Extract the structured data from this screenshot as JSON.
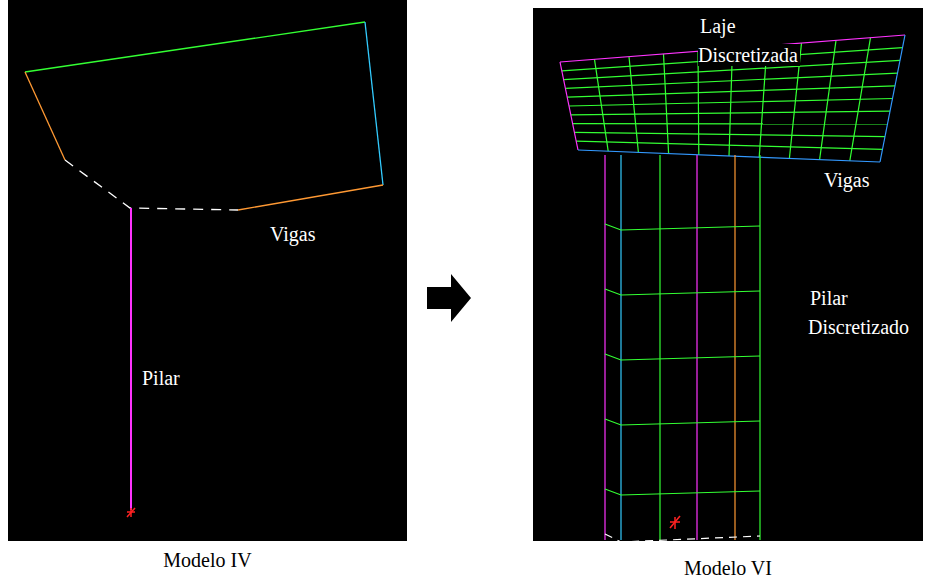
{
  "diagram": {
    "nodes": [
      {
        "text": [
          "Modelo IV"
        ]
      },
      {
        "text": [
          "Modelo VI"
        ]
      }
    ],
    "edges": [
      {
        "from": 0,
        "to": 1,
        "arrow": "to"
      }
    ],
    "labels": [
      "Vigas",
      "Pilar",
      "Laje Discretizada",
      "Vigas",
      "Pilar Discretizado"
    ]
  }
}
